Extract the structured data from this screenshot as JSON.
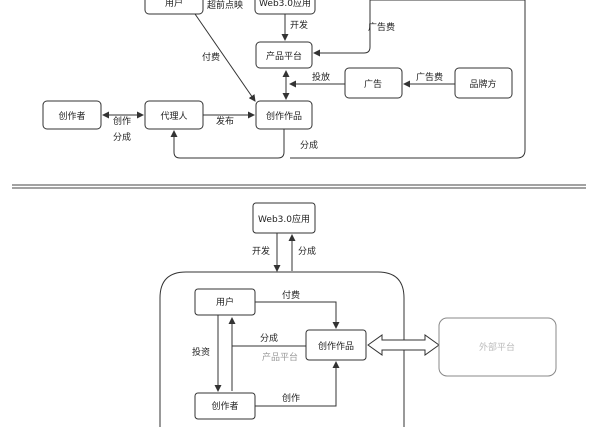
{
  "top": {
    "node_user_partial": "用户",
    "node_web3_partial": "Web3.0应用",
    "edge_advance": "超前点映",
    "edge_develop": "开发",
    "edge_ad_fee_right": "广告费",
    "node_product_platform": "产品平台",
    "edge_pay": "付费",
    "edge_placement": "投放",
    "node_ad": "广告",
    "edge_ad_fee": "广告费",
    "node_brand": "品牌方",
    "node_creator": "创作者",
    "node_agent": "代理人",
    "node_work": "创作作品",
    "edge_create": "创作",
    "edge_share": "分成",
    "edge_publish": "发布",
    "edge_share_bottom": "分成"
  },
  "bottom": {
    "node_web3": "Web3.0应用",
    "edge_develop": "开发",
    "edge_share": "分成",
    "node_user": "用户",
    "edge_pay": "付费",
    "edge_invest": "投资",
    "edge_share_mid": "分成",
    "label_platform": "产品平台",
    "node_work": "创作作品",
    "node_external": "外部平台",
    "node_creator": "创作者",
    "edge_create": "创作"
  }
}
